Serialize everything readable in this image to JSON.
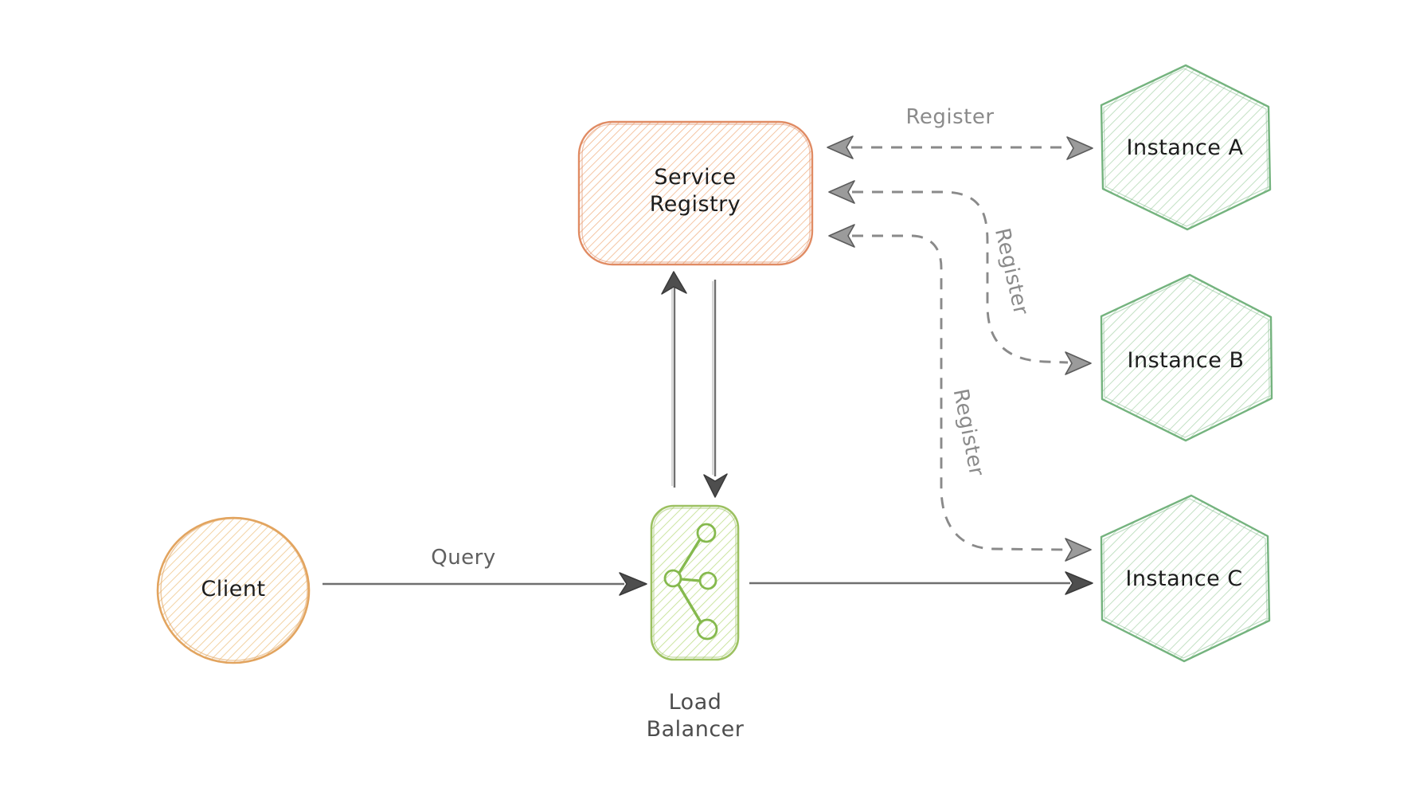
{
  "diagram": {
    "nodes": {
      "client": {
        "label": "Client",
        "shape": "circle",
        "stroke": "#e2a45f",
        "hatch": "#f2cd98"
      },
      "service_registry": {
        "lines": [
          "Service",
          "Registry"
        ],
        "shape": "rounded-rectangle",
        "stroke": "#e08b63",
        "hatch": "#f2b68c"
      },
      "load_balancer": {
        "lines": [
          "Load",
          "Balancer"
        ],
        "shape": "rounded-rectangle",
        "stroke": "#9cc161",
        "hatch": "#c9e39c",
        "icon": "share-network-icon"
      },
      "instance_a": {
        "label": "Instance A",
        "shape": "hexagon",
        "stroke": "#74b37e",
        "hatch": "#b9dcba"
      },
      "instance_b": {
        "label": "Instance B",
        "shape": "hexagon",
        "stroke": "#74b37e",
        "hatch": "#b9dcba"
      },
      "instance_c": {
        "label": "Instance C",
        "shape": "hexagon",
        "stroke": "#74b37e",
        "hatch": "#b9dcba"
      }
    },
    "edges": [
      {
        "id": "query",
        "label": "Query",
        "from": "client",
        "to": "load_balancer",
        "style": "solid",
        "color": "#6f6f6f"
      },
      {
        "id": "lb-to-registry",
        "label": "",
        "from": "load_balancer",
        "to": "service_registry",
        "style": "solid",
        "color": "#6f6f6f"
      },
      {
        "id": "registry-to-lb",
        "label": "",
        "from": "service_registry",
        "to": "load_balancer",
        "style": "solid",
        "color": "#6f6f6f"
      },
      {
        "id": "lb-to-instance-c",
        "label": "",
        "from": "load_balancer",
        "to": "instance_c",
        "style": "solid",
        "color": "#6f6f6f"
      },
      {
        "id": "register-a",
        "label": "Register",
        "from": "instance_a",
        "to": "service_registry",
        "style": "dashed",
        "color": "#8a8a8a"
      },
      {
        "id": "register-b",
        "label": "Register",
        "from": "instance_b",
        "to": "service_registry",
        "style": "dashed",
        "color": "#8a8a8a"
      },
      {
        "id": "register-c",
        "label": "Register",
        "from": "instance_c",
        "to": "service_registry",
        "style": "dashed",
        "color": "#8a8a8a"
      }
    ]
  }
}
